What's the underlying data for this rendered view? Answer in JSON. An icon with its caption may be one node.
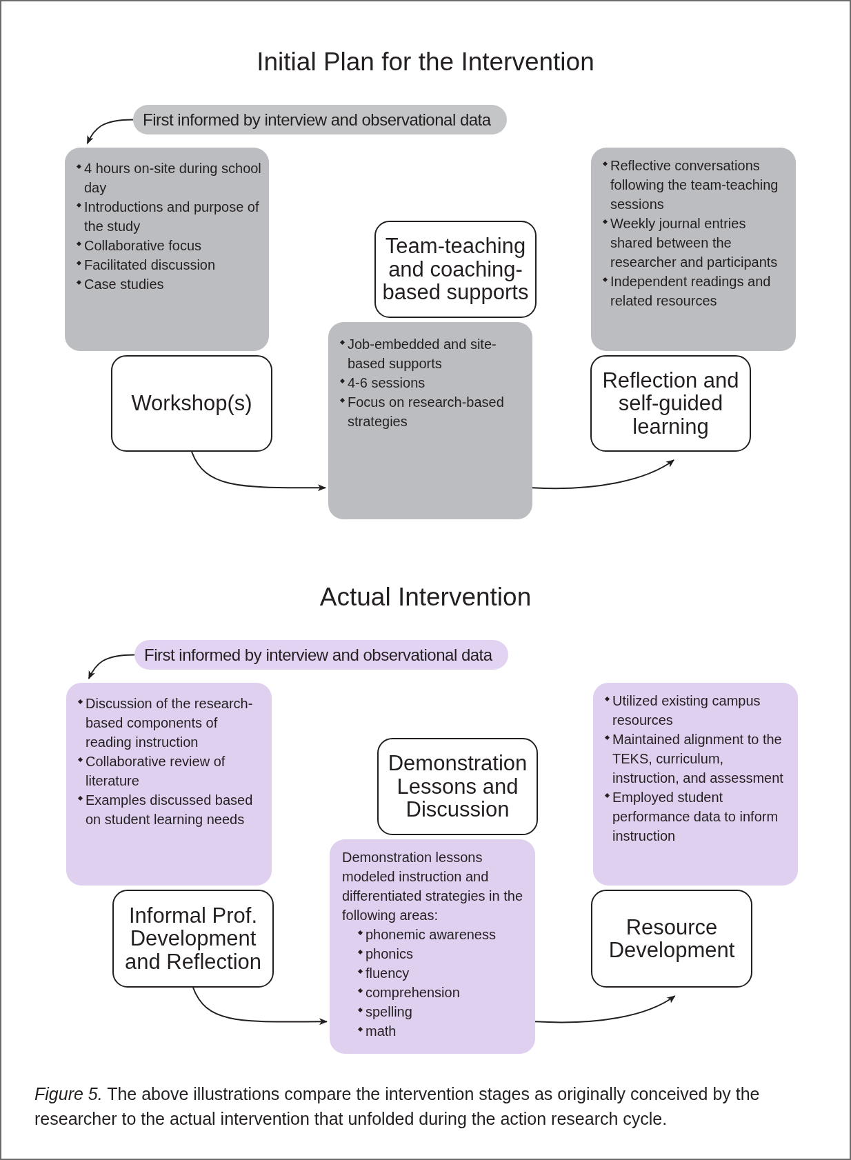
{
  "diagram": {
    "title": "Initial Plan for the Intervention",
    "nodes": [
      {
        "text": [
          "First informed by interview and observational data"
        ]
      },
      {
        "text": [
          "4 hours on-site during school day",
          "Introductions and purpose of the study",
          "Collaborative focus",
          "Facilitated discussion",
          "Case studies"
        ]
      },
      {
        "text": [
          "Workshop(s)"
        ]
      },
      {
        "text": [
          "Team-teaching and coaching-based supports"
        ]
      },
      {
        "text": [
          "Job-embedded and site-based supports",
          "4-6 sessions",
          "Focus on research-based strategies"
        ]
      },
      {
        "text": [
          "Reflective conversations following the team-teaching sessions",
          "Weekly journal entries shared between the researcher and participants",
          "Independent readings and related resources"
        ]
      },
      {
        "text": [
          "Reflection and self-guided learning"
        ]
      },
      {
        "text": [
          "First informed by interview and observational data"
        ]
      },
      {
        "text": [
          "Discussion of the research-based components of reading instruction",
          "Collaborative review of literature",
          "Examples discussed based on student learning needs"
        ]
      },
      {
        "text": [
          "Informal Prof. Development and Reflection"
        ]
      },
      {
        "text": [
          "Demonstration Lessons and Discussion"
        ]
      },
      {
        "text": [
          "Demonstration lessons modeled instruction and differentiated strategies in the following areas:",
          "phonemic awareness",
          "phonics",
          "fluency",
          "comprehension",
          "spelling",
          "math"
        ]
      },
      {
        "text": [
          "Utilized existing campus resources",
          "Maintained alignment to the TEKS, curriculum, instruction, and assessment",
          "Employed student performance data to inform instruction"
        ]
      },
      {
        "text": [
          "Resource Development"
        ]
      }
    ],
    "edges": [
      {
        "from": 0,
        "to": 1,
        "arrow": "to"
      },
      {
        "from": 2,
        "to": 4,
        "arrow": "to"
      },
      {
        "from": 4,
        "to": 6,
        "arrow": "to"
      },
      {
        "from": 7,
        "to": 8,
        "arrow": "to"
      },
      {
        "from": 9,
        "to": 11,
        "arrow": "to"
      },
      {
        "from": 11,
        "to": 13,
        "arrow": "to"
      }
    ],
    "labels": [
      "Actual Intervention"
    ],
    "caption": "*Figure 5.* The above illustrations compare the intervention stages as originally conceived by the researcher to the actual intervention that unfolded during the action research cycle."
  }
}
